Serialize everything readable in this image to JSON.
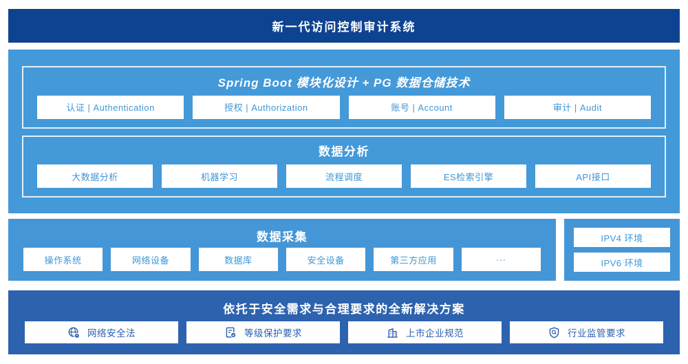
{
  "colors": {
    "banner_bg": "#0e4391",
    "platform_bg": "#4499d9",
    "collection_bg": "#4596d6",
    "bottom_bg": "#2d63ae",
    "box_text": "#3e96d6",
    "bottom_box_text": "#2b5fae",
    "box_bg": "#ffffff"
  },
  "banner": {
    "title": "新一代访问控制审计系统"
  },
  "platform": {
    "sections": [
      {
        "title": "Spring Boot 模块化设计 + PG 数据仓储技术",
        "items": [
          "认证 | Authentication",
          "授权 | Authorization",
          "账号 | Account",
          "审计 | Audit"
        ]
      },
      {
        "title": "数据分析",
        "items": [
          "大数据分析",
          "机器学习",
          "流程调度",
          "ES检索引擎",
          "API接口"
        ]
      }
    ]
  },
  "collection": {
    "title": "数据采集",
    "items": [
      "操作系统",
      "网络设备",
      "数据库",
      "安全设备",
      "第三方应用",
      "···"
    ]
  },
  "network": {
    "items": [
      "IPV4 环境",
      "IPV6 环境"
    ]
  },
  "solution": {
    "title": "依托于安全需求与合理要求的全新解决方案",
    "items": [
      {
        "icon": "globe-location-icon",
        "label": "网络安全法"
      },
      {
        "icon": "document-check-icon",
        "label": "等级保护要求"
      },
      {
        "icon": "building-icon",
        "label": "上市企业规范"
      },
      {
        "icon": "shield-search-icon",
        "label": "行业监管要求"
      }
    ]
  }
}
